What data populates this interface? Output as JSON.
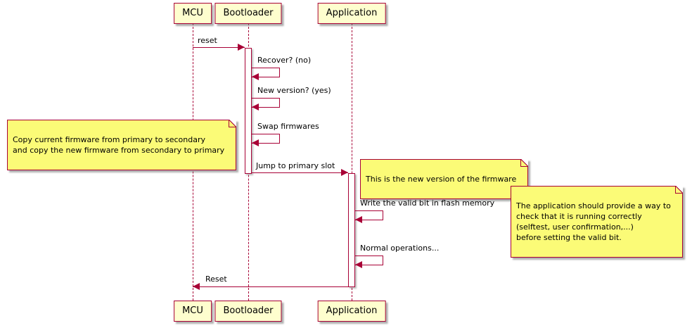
{
  "diagram": {
    "type": "sequence-diagram",
    "participants": [
      {
        "name": "MCU"
      },
      {
        "name": "Bootloader"
      },
      {
        "name": "Application"
      }
    ],
    "messages": [
      {
        "from": "MCU",
        "to": "Bootloader",
        "label": "reset"
      },
      {
        "from": "Bootloader",
        "to": "Bootloader",
        "label": "Recover? (no)"
      },
      {
        "from": "Bootloader",
        "to": "Bootloader",
        "label": "New version? (yes)"
      },
      {
        "from": "Bootloader",
        "to": "Bootloader",
        "label": "Swap firmwares"
      },
      {
        "from": "Bootloader",
        "to": "Application",
        "label": "Jump to primary slot"
      },
      {
        "from": "Application",
        "to": "Application",
        "label": "Write the valid bit in flash memory"
      },
      {
        "from": "Application",
        "to": "Application",
        "label": "Normal operations..."
      },
      {
        "from": "Application",
        "to": "MCU",
        "label": "Reset"
      }
    ],
    "notes": [
      {
        "position": "left of Bootloader",
        "text": "Copy current firmware from primary to secondary\nand copy the new firmware from secondary to primary"
      },
      {
        "position": "right of Application",
        "text": "This is the new version of the firmware"
      },
      {
        "position": "right of Application",
        "text": "The application should provide a way to\ncheck that it is running correctly\n(selftest, user confirmation,...)\nbefore setting the valid bit."
      }
    ],
    "colors": {
      "participant_fill": "#FEFECE",
      "note_fill": "#FBFB77",
      "line": "#A80036",
      "text": "#000000"
    }
  }
}
